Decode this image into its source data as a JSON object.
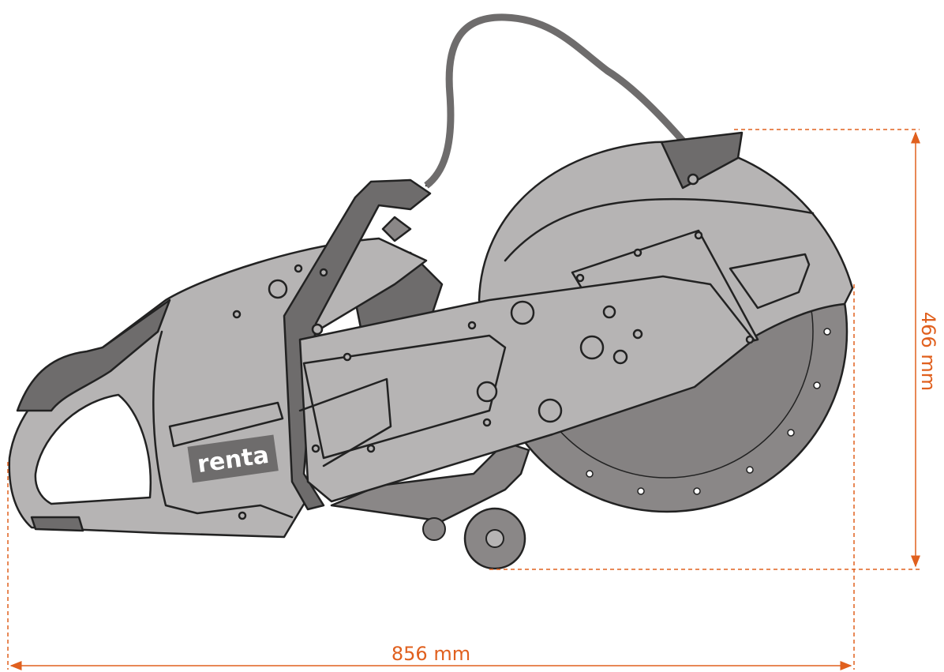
{
  "product": {
    "brand_logo": "renta",
    "type": "cut-off saw"
  },
  "dimensions": {
    "length_label": "856 mm",
    "height_label": "466 mm"
  },
  "colors": {
    "dimension": "#e0601e",
    "body": "#b6b4b4",
    "dark": "#706e6e",
    "blade": "#8a8787",
    "outline": "#222222"
  }
}
